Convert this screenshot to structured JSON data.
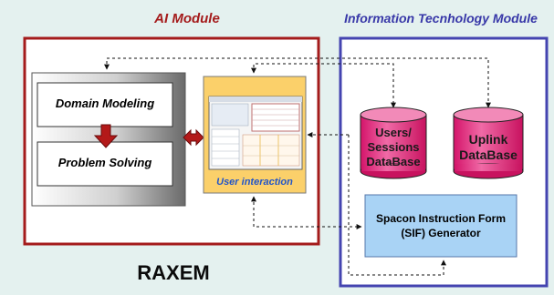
{
  "ai_module": {
    "title": "AI Module",
    "border_color": "#a41b1b"
  },
  "it_module": {
    "title": "Information Tecnhology Module",
    "border_color": "#4444b0"
  },
  "domain_modeling": {
    "label": "Domain Modeling"
  },
  "problem_solving": {
    "label": "Problem Solving"
  },
  "user_interaction": {
    "label": "User interaction"
  },
  "users_db": {
    "label_lines": [
      "Users/",
      "Sessions",
      "DataBase"
    ],
    "color": "#e81e76"
  },
  "uplink_db": {
    "label_lines": [
      "Uplink",
      "DataBase"
    ],
    "color": "#e81e76"
  },
  "sif_generator": {
    "label_lines": [
      "Spacon Instruction Form",
      "(SIF) Generator"
    ],
    "color": "#a9d3f5"
  },
  "system_name": "RAXEM",
  "background_color": "#e4f1ef"
}
